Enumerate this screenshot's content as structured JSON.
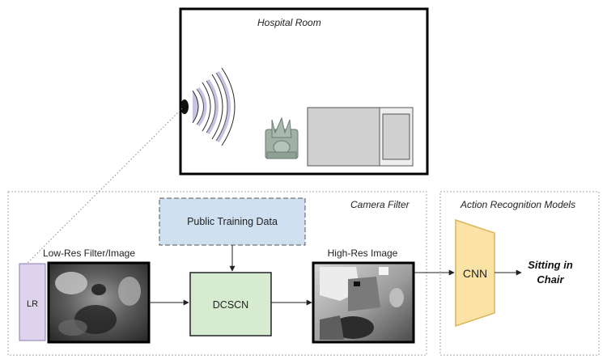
{
  "room": {
    "title": "Hospital Room"
  },
  "camera_filter": {
    "title": "Camera Filter",
    "lowres_label": "Low-Res Filter/Image",
    "lr_box": "LR",
    "training_data": "Public Training Data",
    "dcscn": "DCSCN",
    "highres_label": "High-Res Image"
  },
  "action_models": {
    "title": "Action Recognition Models",
    "cnn": "CNN",
    "output_line1": "Sitting in",
    "output_line2": "Chair"
  },
  "colors": {
    "lr_fill": "#ddd3ec",
    "lr_stroke": "#8a7bb0",
    "training_fill": "#cfe0f1",
    "dcscn_fill": "#d7ebd0",
    "cnn_fill": "#fbe3a6",
    "cnn_stroke": "#d8b45a",
    "wave": "#8f86bd",
    "bed_fill": "#d0d0d0"
  }
}
